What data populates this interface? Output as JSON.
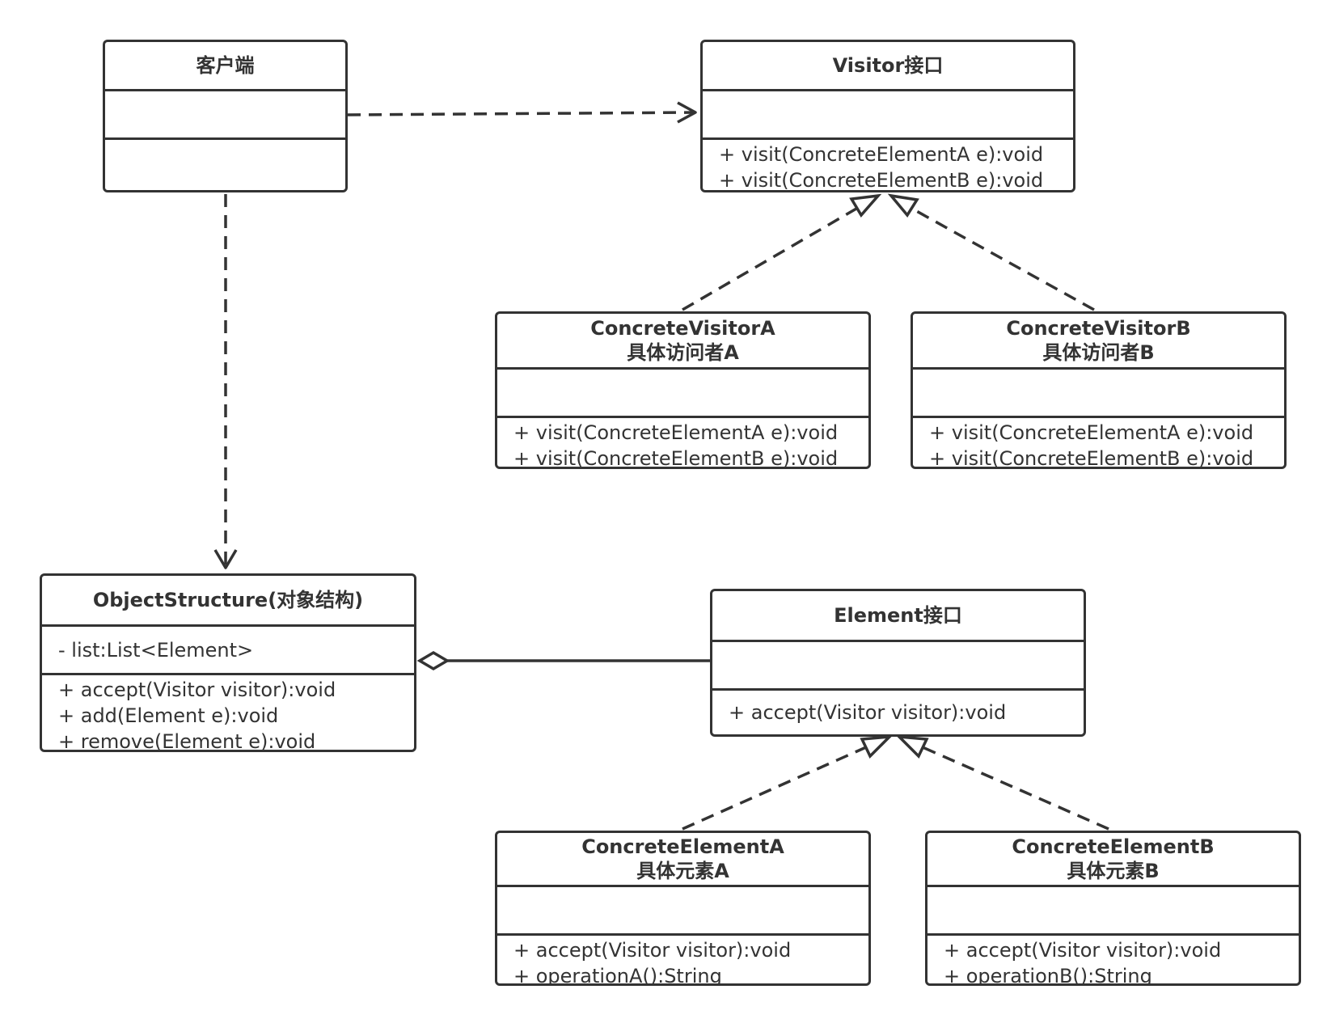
{
  "classes": {
    "client": {
      "title": "客户端",
      "attributes": [],
      "methods": []
    },
    "visitor": {
      "title": "Visitor接口",
      "attributes": [],
      "methods": [
        "+ visit(ConcreteElementA e):void",
        "+ visit(ConcreteElementB e):void"
      ]
    },
    "visitor_a": {
      "title": "ConcreteVisitorA",
      "subtitle": "具体访问者A",
      "attributes": [],
      "methods": [
        "+ visit(ConcreteElementA e):void",
        "+ visit(ConcreteElementB e):void"
      ]
    },
    "visitor_b": {
      "title": "ConcreteVisitorB",
      "subtitle": "具体访问者B",
      "attributes": [],
      "methods": [
        "+ visit(ConcreteElementA e):void",
        "+ visit(ConcreteElementB e):void"
      ]
    },
    "object_structure": {
      "title": "ObjectStructure(对象结构)",
      "attributes": [
        "- list:List<Element>"
      ],
      "methods": [
        "+ accept(Visitor visitor):void",
        "+ add(Element e):void",
        "+ remove(Element e):void"
      ]
    },
    "element": {
      "title": "Element接口",
      "attributes": [],
      "methods": [
        "+ accept(Visitor visitor):void"
      ]
    },
    "element_a": {
      "title": "ConcreteElementA",
      "subtitle": "具体元素A",
      "attributes": [],
      "methods": [
        "+ accept(Visitor visitor):void",
        "+ operationA():String"
      ]
    },
    "element_b": {
      "title": "ConcreteElementB",
      "subtitle": "具体元素B",
      "attributes": [],
      "methods": [
        "+ accept(Visitor visitor):void",
        "+ operationB():String"
      ]
    }
  },
  "relations": [
    {
      "from": "客户端",
      "to": "Visitor接口",
      "type": "dependency"
    },
    {
      "from": "客户端",
      "to": "ObjectStructure(对象结构)",
      "type": "dependency"
    },
    {
      "from": "ConcreteVisitorA",
      "to": "Visitor接口",
      "type": "realization"
    },
    {
      "from": "ConcreteVisitorB",
      "to": "Visitor接口",
      "type": "realization"
    },
    {
      "from": "Element接口",
      "to": "ObjectStructure(对象结构)",
      "type": "aggregation"
    },
    {
      "from": "ConcreteElementA",
      "to": "Element接口",
      "type": "realization"
    },
    {
      "from": "ConcreteElementB",
      "to": "Element接口",
      "type": "realization"
    }
  ],
  "colors": {
    "stroke": "#333333",
    "background": "#ffffff"
  }
}
